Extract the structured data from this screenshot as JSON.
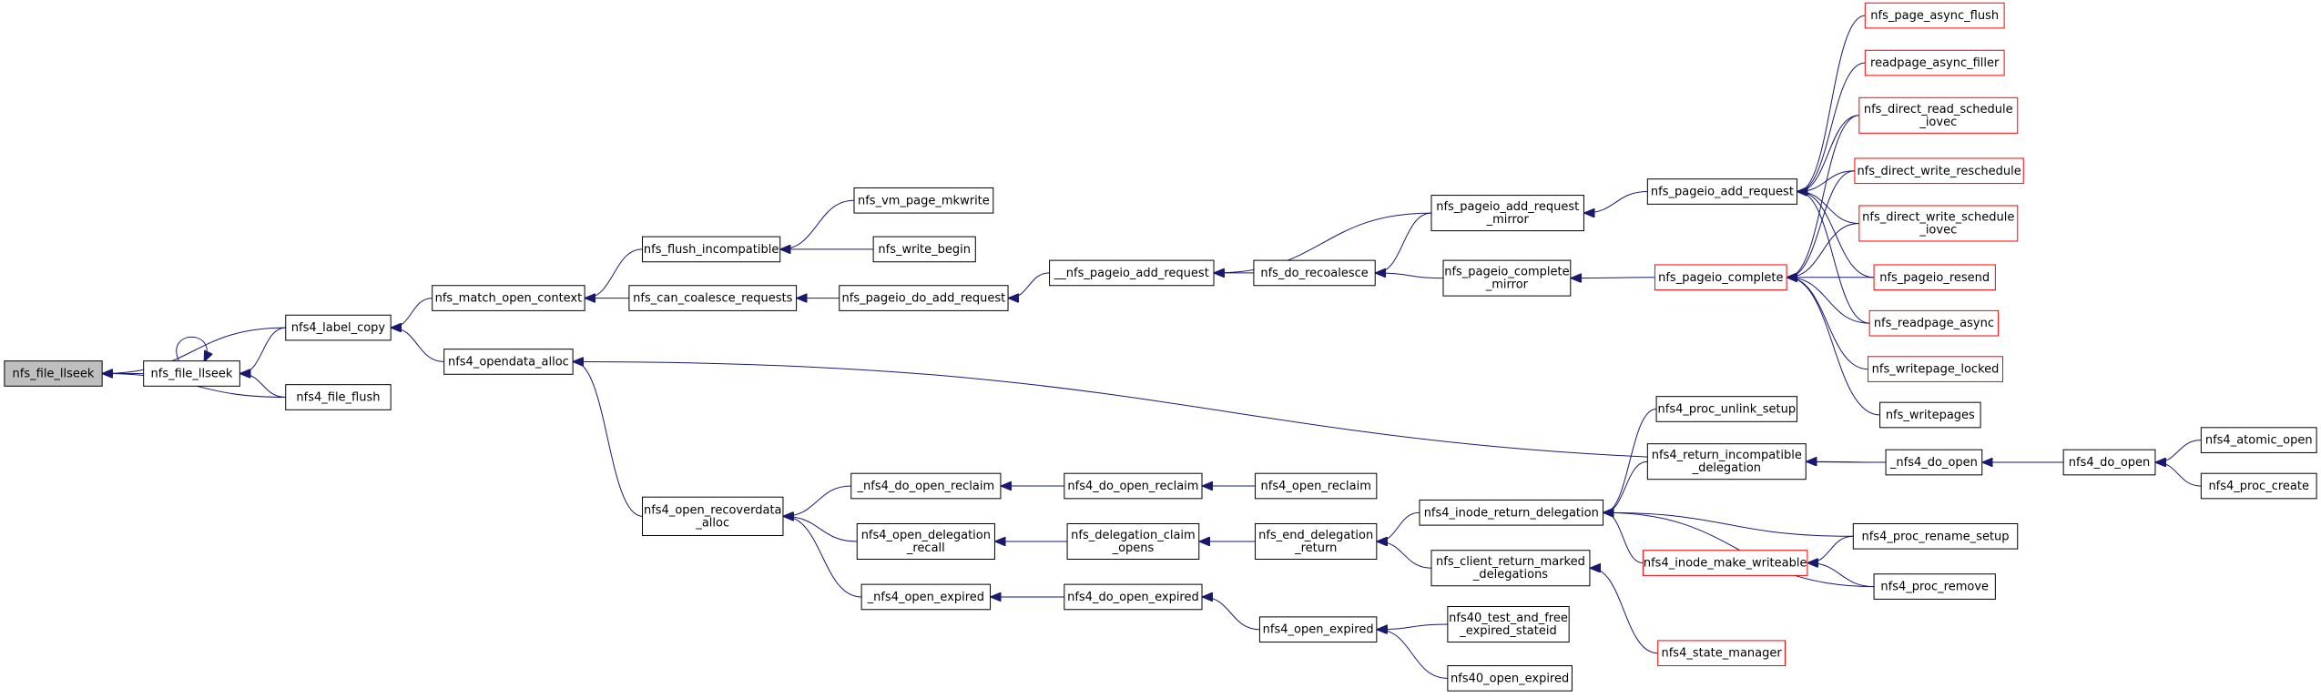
{
  "diagram": {
    "title": "",
    "colors": {
      "edge": "#191970",
      "normal_border": "#000000",
      "truncated_border": "#ff0000",
      "root_fill": "#bfbfbf",
      "node_fill": "#ffffff"
    },
    "nodes": [
      {
        "id": "nfs_file_llseek_root",
        "lines": [
          "nfs_file_llseek"
        ],
        "style": "root"
      },
      {
        "id": "nfs_file_llseek",
        "lines": [
          "nfs_file_llseek"
        ],
        "style": "normal"
      },
      {
        "id": "nfs4_label_copy",
        "lines": [
          "nfs4_label_copy"
        ],
        "style": "normal"
      },
      {
        "id": "nfs4_file_flush",
        "lines": [
          "nfs4_file_flush"
        ],
        "style": "normal"
      },
      {
        "id": "nfs_match_open_context",
        "lines": [
          "nfs_match_open_context"
        ],
        "style": "normal"
      },
      {
        "id": "nfs4_opendata_alloc",
        "lines": [
          "nfs4_opendata_alloc"
        ],
        "style": "normal"
      },
      {
        "id": "nfs_flush_incompatible",
        "lines": [
          "nfs_flush_incompatible"
        ],
        "style": "normal"
      },
      {
        "id": "nfs_can_coalesce_requests",
        "lines": [
          "nfs_can_coalesce_requests"
        ],
        "style": "normal"
      },
      {
        "id": "nfs_vm_page_mkwrite",
        "lines": [
          "nfs_vm_page_mkwrite"
        ],
        "style": "normal"
      },
      {
        "id": "nfs_write_begin",
        "lines": [
          "nfs_write_begin"
        ],
        "style": "normal"
      },
      {
        "id": "nfs_pageio_do_add_request",
        "lines": [
          "nfs_pageio_do_add_request"
        ],
        "style": "normal"
      },
      {
        "id": "__nfs_pageio_add_request",
        "lines": [
          "__nfs_pageio_add_request"
        ],
        "style": "normal"
      },
      {
        "id": "nfs_do_recoalesce",
        "lines": [
          "nfs_do_recoalesce"
        ],
        "style": "normal"
      },
      {
        "id": "nfs_pageio_add_request_mirror",
        "lines": [
          "nfs_pageio_add_request",
          "_mirror"
        ],
        "style": "normal"
      },
      {
        "id": "nfs_pageio_complete_mirror",
        "lines": [
          "nfs_pageio_complete",
          "_mirror"
        ],
        "style": "normal"
      },
      {
        "id": "nfs_pageio_add_request",
        "lines": [
          "nfs_pageio_add_request"
        ],
        "style": "normal"
      },
      {
        "id": "nfs_pageio_complete",
        "lines": [
          "nfs_pageio_complete"
        ],
        "style": "red"
      },
      {
        "id": "nfs_page_async_flush",
        "lines": [
          "nfs_page_async_flush"
        ],
        "style": "red"
      },
      {
        "id": "readpage_async_filler",
        "lines": [
          "readpage_async_filler"
        ],
        "style": "red"
      },
      {
        "id": "nfs_direct_read_schedule_iovec",
        "lines": [
          "nfs_direct_read_schedule",
          "_iovec"
        ],
        "style": "red"
      },
      {
        "id": "nfs_direct_write_reschedule",
        "lines": [
          "nfs_direct_write_reschedule"
        ],
        "style": "red"
      },
      {
        "id": "nfs_direct_write_schedule_iovec",
        "lines": [
          "nfs_direct_write_schedule",
          "_iovec"
        ],
        "style": "red"
      },
      {
        "id": "nfs_pageio_resend",
        "lines": [
          "nfs_pageio_resend"
        ],
        "style": "red"
      },
      {
        "id": "nfs_readpage_async",
        "lines": [
          "nfs_readpage_async"
        ],
        "style": "red"
      },
      {
        "id": "nfs_writepage_locked",
        "lines": [
          "nfs_writepage_locked"
        ],
        "style": "red"
      },
      {
        "id": "nfs_writepages",
        "lines": [
          "nfs_writepages"
        ],
        "style": "normal"
      },
      {
        "id": "_nfs4_do_open",
        "lines": [
          "_nfs4_do_open"
        ],
        "style": "normal"
      },
      {
        "id": "nfs4_do_open",
        "lines": [
          "nfs4_do_open"
        ],
        "style": "normal"
      },
      {
        "id": "nfs4_atomic_open",
        "lines": [
          "nfs4_atomic_open"
        ],
        "style": "normal"
      },
      {
        "id": "nfs4_proc_create",
        "lines": [
          "nfs4_proc_create"
        ],
        "style": "normal"
      },
      {
        "id": "nfs4_open_recoverdata_alloc",
        "lines": [
          "nfs4_open_recoverdata",
          "_alloc"
        ],
        "style": "normal"
      },
      {
        "id": "_nfs4_do_open_reclaim",
        "lines": [
          "_nfs4_do_open_reclaim"
        ],
        "style": "normal"
      },
      {
        "id": "nfs4_open_delegation_recall",
        "lines": [
          "nfs4_open_delegation",
          "_recall"
        ],
        "style": "normal"
      },
      {
        "id": "_nfs4_open_expired",
        "lines": [
          "_nfs4_open_expired"
        ],
        "style": "normal"
      },
      {
        "id": "nfs4_do_open_reclaim",
        "lines": [
          "nfs4_do_open_reclaim"
        ],
        "style": "normal"
      },
      {
        "id": "nfs4_open_reclaim",
        "lines": [
          "nfs4_open_reclaim"
        ],
        "style": "normal"
      },
      {
        "id": "nfs_delegation_claim_opens",
        "lines": [
          "nfs_delegation_claim",
          "_opens"
        ],
        "style": "normal"
      },
      {
        "id": "nfs_end_delegation_return",
        "lines": [
          "nfs_end_delegation",
          "_return"
        ],
        "style": "normal"
      },
      {
        "id": "nfs4_do_open_expired",
        "lines": [
          "nfs4_do_open_expired"
        ],
        "style": "normal"
      },
      {
        "id": "nfs4_open_expired",
        "lines": [
          "nfs4_open_expired"
        ],
        "style": "normal"
      },
      {
        "id": "nfs4_inode_return_delegation",
        "lines": [
          "nfs4_inode_return_delegation"
        ],
        "style": "normal"
      },
      {
        "id": "nfs_client_return_marked_delegations",
        "lines": [
          "nfs_client_return_marked",
          "_delegations"
        ],
        "style": "normal"
      },
      {
        "id": "nfs4_proc_unlink_setup",
        "lines": [
          "nfs4_proc_unlink_setup"
        ],
        "style": "normal"
      },
      {
        "id": "nfs4_return_incompatible_delegation",
        "lines": [
          "nfs4_return_incompatible",
          "_delegation"
        ],
        "style": "normal"
      },
      {
        "id": "nfs4_inode_make_writeable",
        "lines": [
          "nfs4_inode_make_writeable"
        ],
        "style": "red"
      },
      {
        "id": "nfs4_proc_rename_setup",
        "lines": [
          "nfs4_proc_rename_setup"
        ],
        "style": "normal"
      },
      {
        "id": "nfs4_proc_remove",
        "lines": [
          "nfs4_proc_remove"
        ],
        "style": "normal"
      },
      {
        "id": "nfs4_state_manager",
        "lines": [
          "nfs4_state_manager"
        ],
        "style": "red"
      },
      {
        "id": "nfs40_test_and_free_expired_stateid",
        "lines": [
          "nfs40_test_and_free",
          "_expired_stateid"
        ],
        "style": "normal"
      },
      {
        "id": "nfs40_open_expired",
        "lines": [
          "nfs40_open_expired"
        ],
        "style": "normal"
      }
    ],
    "edges": [
      [
        "nfs_file_llseek",
        "nfs_file_llseek_root"
      ],
      [
        "nfs4_label_copy",
        "nfs_file_llseek_root"
      ],
      [
        "nfs4_file_flush",
        "nfs_file_llseek_root"
      ],
      [
        "nfs_file_llseek",
        "nfs_file_llseek"
      ],
      [
        "nfs4_label_copy",
        "nfs_file_llseek"
      ],
      [
        "nfs4_file_flush",
        "nfs_file_llseek"
      ],
      [
        "nfs_match_open_context",
        "nfs4_label_copy"
      ],
      [
        "nfs4_opendata_alloc",
        "nfs4_label_copy"
      ],
      [
        "nfs_flush_incompatible",
        "nfs_match_open_context"
      ],
      [
        "nfs_can_coalesce_requests",
        "nfs_match_open_context"
      ],
      [
        "nfs_vm_page_mkwrite",
        "nfs_flush_incompatible"
      ],
      [
        "nfs_write_begin",
        "nfs_flush_incompatible"
      ],
      [
        "nfs_pageio_do_add_request",
        "nfs_can_coalesce_requests"
      ],
      [
        "__nfs_pageio_add_request",
        "nfs_pageio_do_add_request"
      ],
      [
        "nfs_pageio_add_request_mirror",
        "__nfs_pageio_add_request"
      ],
      [
        "nfs_do_recoalesce",
        "__nfs_pageio_add_request"
      ],
      [
        "nfs_pageio_add_request_mirror",
        "nfs_do_recoalesce"
      ],
      [
        "nfs_pageio_complete_mirror",
        "nfs_do_recoalesce"
      ],
      [
        "nfs_pageio_add_request",
        "nfs_pageio_add_request_mirror"
      ],
      [
        "nfs_pageio_complete",
        "nfs_pageio_complete_mirror"
      ],
      [
        "nfs_page_async_flush",
        "nfs_pageio_add_request"
      ],
      [
        "readpage_async_filler",
        "nfs_pageio_add_request"
      ],
      [
        "nfs_direct_read_schedule_iovec",
        "nfs_pageio_add_request"
      ],
      [
        "nfs_direct_write_reschedule",
        "nfs_pageio_add_request"
      ],
      [
        "nfs_direct_write_schedule_iovec",
        "nfs_pageio_add_request"
      ],
      [
        "nfs_pageio_resend",
        "nfs_pageio_add_request"
      ],
      [
        "nfs_readpage_async",
        "nfs_pageio_add_request"
      ],
      [
        "nfs_direct_read_schedule_iovec",
        "nfs_pageio_complete"
      ],
      [
        "nfs_direct_write_reschedule",
        "nfs_pageio_complete"
      ],
      [
        "nfs_direct_write_schedule_iovec",
        "nfs_pageio_complete"
      ],
      [
        "nfs_pageio_resend",
        "nfs_pageio_complete"
      ],
      [
        "nfs_readpage_async",
        "nfs_pageio_complete"
      ],
      [
        "nfs_writepage_locked",
        "nfs_pageio_complete"
      ],
      [
        "nfs_writepages",
        "nfs_pageio_complete"
      ],
      [
        "_nfs4_do_open",
        "nfs4_opendata_alloc"
      ],
      [
        "nfs4_open_recoverdata_alloc",
        "nfs4_opendata_alloc"
      ],
      [
        "nfs4_do_open",
        "_nfs4_do_open"
      ],
      [
        "nfs4_atomic_open",
        "nfs4_do_open"
      ],
      [
        "nfs4_proc_create",
        "nfs4_do_open"
      ],
      [
        "_nfs4_do_open_reclaim",
        "nfs4_open_recoverdata_alloc"
      ],
      [
        "nfs4_open_delegation_recall",
        "nfs4_open_recoverdata_alloc"
      ],
      [
        "_nfs4_open_expired",
        "nfs4_open_recoverdata_alloc"
      ],
      [
        "nfs4_do_open_reclaim",
        "_nfs4_do_open_reclaim"
      ],
      [
        "nfs4_open_reclaim",
        "nfs4_do_open_reclaim"
      ],
      [
        "nfs_delegation_claim_opens",
        "nfs4_open_delegation_recall"
      ],
      [
        "nfs_end_delegation_return",
        "nfs_delegation_claim_opens"
      ],
      [
        "nfs4_inode_return_delegation",
        "nfs_end_delegation_return"
      ],
      [
        "nfs_client_return_marked_delegations",
        "nfs_end_delegation_return"
      ],
      [
        "nfs4_do_open_expired",
        "_nfs4_open_expired"
      ],
      [
        "nfs4_open_expired",
        "nfs4_do_open_expired"
      ],
      [
        "nfs40_test_and_free_expired_stateid",
        "nfs4_open_expired"
      ],
      [
        "nfs40_open_expired",
        "nfs4_open_expired"
      ],
      [
        "nfs4_proc_unlink_setup",
        "nfs4_inode_return_delegation"
      ],
      [
        "nfs4_return_incompatible_delegation",
        "nfs4_inode_return_delegation"
      ],
      [
        "nfs4_proc_rename_setup",
        "nfs4_inode_return_delegation"
      ],
      [
        "nfs4_inode_make_writeable",
        "nfs4_inode_return_delegation"
      ],
      [
        "nfs4_proc_remove",
        "nfs4_inode_return_delegation"
      ],
      [
        "_nfs4_do_open",
        "nfs4_return_incompatible_delegation"
      ],
      [
        "nfs4_proc_rename_setup",
        "nfs4_inode_make_writeable"
      ],
      [
        "nfs4_proc_remove",
        "nfs4_inode_make_writeable"
      ],
      [
        "nfs4_state_manager",
        "nfs_client_return_marked_delegations"
      ]
    ]
  }
}
